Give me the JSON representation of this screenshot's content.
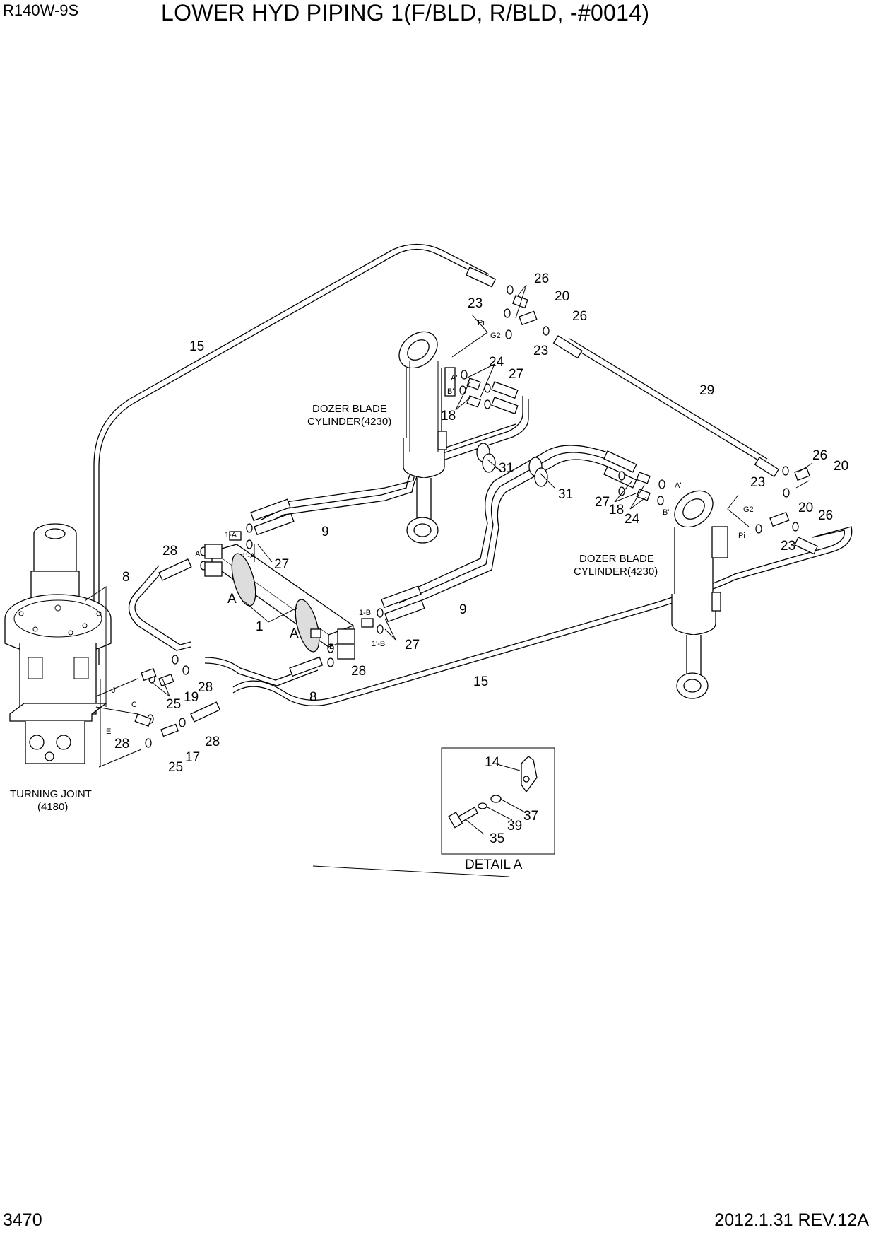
{
  "header": {
    "model": "R140W-9S",
    "title": "LOWER HYD PIPING 1(F/BLD, R/BLD, -#0014)"
  },
  "footer": {
    "page_number": "3470",
    "revision": "2012.1.31  REV.12A"
  },
  "components": {
    "dozer_cylinder_left": {
      "line1": "DOZER BLADE",
      "line2": "CYLINDER(4230)"
    },
    "dozer_cylinder_right": {
      "line1": "DOZER BLADE",
      "line2": "CYLINDER(4230)"
    },
    "turning_joint": {
      "line1": "TURNING JOINT",
      "line2": "(4180)"
    },
    "detail": {
      "label": "DETAIL A"
    }
  },
  "part_numbers": {
    "p26a": "26",
    "p20a": "20",
    "p23a": "23",
    "p26b": "26",
    "p23b": "23",
    "p15a": "15",
    "p24a": "24",
    "p27a": "27",
    "p18a": "18",
    "p29": "29",
    "p31a": "31",
    "p26c": "26",
    "p20b": "20",
    "p23c": "23",
    "p31b": "31",
    "p27b": "27",
    "p18b": "18",
    "p24b": "24",
    "p20c": "20",
    "p26d": "26",
    "p23d": "23",
    "p9a": "9",
    "p28a": "28",
    "p27c": "27",
    "p8a": "8",
    "p9b": "9",
    "p1": "1",
    "p27d": "27",
    "p28b": "28",
    "p15b": "15",
    "p19": "19",
    "p28c": "28",
    "p25a": "25",
    "p8b": "8",
    "p28d": "28",
    "p28e": "28",
    "p17": "17",
    "p25b": "25",
    "p14": "14",
    "p37": "37",
    "p39": "39",
    "p35": "35"
  },
  "port_labels": {
    "pi_a": "Pi",
    "g2_a": "G2",
    "a_p": "A'",
    "b_p": "B'",
    "a_p2": "A'",
    "b_p2": "B'",
    "g2_b": "G2",
    "pi_b": "Pi",
    "one_a": "1-A",
    "one_pa": "1'-A",
    "port_a": "A",
    "one_b": "1-B",
    "one_pb": "1'-B",
    "port_b": "B",
    "port_j": "J",
    "port_c": "C",
    "port_e": "E"
  },
  "section_markers": {
    "a1": "A",
    "a2": "A"
  }
}
